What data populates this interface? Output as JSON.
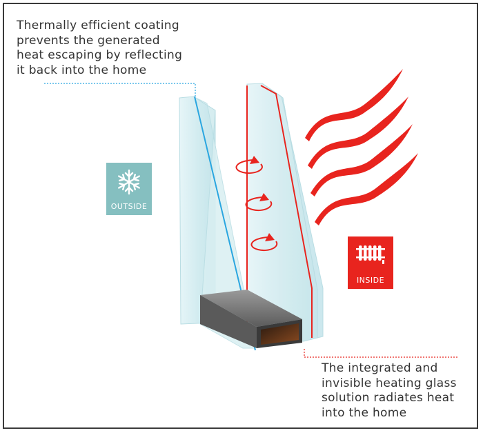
{
  "annotations": {
    "coating_lines": [
      "Thermally efficient coating",
      "prevents the generated",
      "heat escaping by reflecting",
      "it back into the home"
    ],
    "heating_lines": [
      "The integrated and",
      "invisible heating glass",
      "solution radiates heat",
      "into the home"
    ]
  },
  "badges": {
    "outside": {
      "label": "OUTSIDE",
      "icon": "snowflake-icon",
      "color": "#85bfc0"
    },
    "inside": {
      "label": "INSIDE",
      "icon": "radiator-icon",
      "color": "#e8241e"
    }
  },
  "colors": {
    "glass_fill": "#dff1f4",
    "coating_edge": "#2aa6e0",
    "heating_edge": "#e8241e",
    "heat_waves": "#e8241e",
    "spacer": "#6e6e6e"
  }
}
